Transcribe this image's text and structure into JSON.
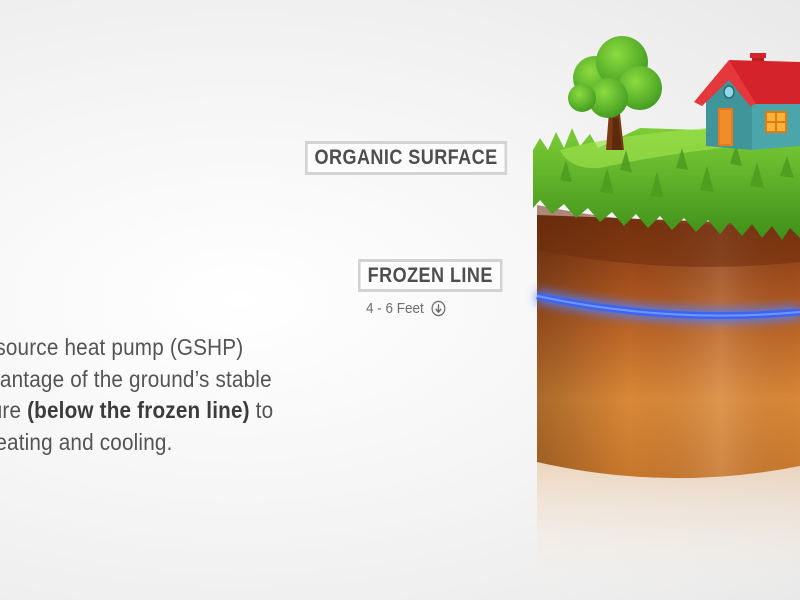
{
  "labels": {
    "organic_surface": "ORGANIC SURFACE",
    "frozen_line": "FROZEN LINE",
    "frozen_depth": "4 - 6 Feet"
  },
  "description": {
    "line1": "nd source heat pump (GSHP)",
    "line2": "advantage of the ground’s stable",
    "line3_start": "rature ",
    "line3_bold": "(below the frozen line)",
    "line3_end": " to",
    "line4": "e heating and cooling."
  },
  "icons": {
    "depth_indicator": "arrow-down-circle-icon",
    "tree": "tree-icon",
    "house": "house-icon"
  },
  "colors": {
    "grass": "#6cbf2c",
    "soil_top": "#8b3f14",
    "soil_bottom": "#e79a45",
    "frozen_line": "#3d6bf2",
    "roof": "#d4232a",
    "house_wall": "#47a0a5",
    "door": "#e97b1c",
    "label_border": "#d3d3d3"
  }
}
